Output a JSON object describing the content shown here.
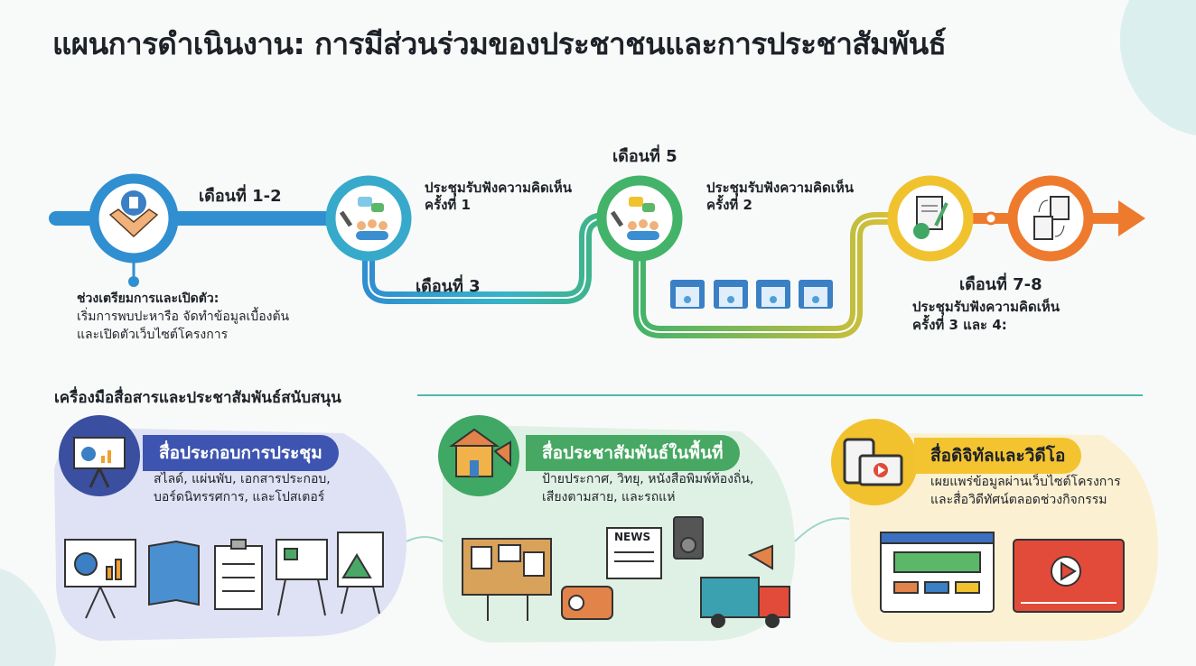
{
  "title": "แผนการดำเนินงาน: การมีส่วนร่วมของประชาชนและการประชาสัมพันธ์",
  "timeline": {
    "m12": "เดือนที่ 1-2",
    "prep_title": "ช่วงเตรียมการและเปิดตัว:",
    "prep_line1": "เริ่มการพบปะหารือ จัดทำข้อมูลเบื้องต้น",
    "prep_line2": "และเปิดตัวเว็บไซต์โครงการ",
    "meet1_line1": "ประชุมรับฟังความคิดเห็น",
    "meet1_line2": "ครั้งที่ 1",
    "m3": "เดือนที่ 3",
    "m5": "เดือนที่ 5",
    "meet2_line1": "ประชุมรับฟังความคิดเห็น",
    "meet2_line2": "ครั้งที่ 2",
    "m78": "เดือนที่ 7-8",
    "meet34_line1": "ประชุมรับฟังความคิดเห็น",
    "meet34_line2": "ครั้งที่ 3 และ 4:"
  },
  "tools": {
    "heading": "เครื่องมือสื่อสารและประชาสัมพันธ์สนับสนุน",
    "cards": [
      {
        "title": "สื่อประกอบการประชุม",
        "line1": "สไลด์, แผ่นพับ, เอกสารประกอบ,",
        "line2": "บอร์ดนิทรรศการ, และโปสเตอร์",
        "color": "#3d55b0"
      },
      {
        "title": "สื่อประชาสัมพันธ์ในพื้นที่",
        "line1": "ป้ายประกาศ, วิทยุ, หนังสือพิมพ์ท้องถิ่น,",
        "line2": "เสียงตามสาย, และรถแห่",
        "color": "#46a862",
        "news": "NEWS"
      },
      {
        "title": "สื่อดิจิทัลและวิดีโอ",
        "line1": "เผยแพร่ข้อมูลผ่านเว็บไซต์โครงการ",
        "line2": "และสื่อวิดีทัศน์ตลอดช่วงกิจกรรม",
        "color": "#f4c430"
      }
    ]
  }
}
